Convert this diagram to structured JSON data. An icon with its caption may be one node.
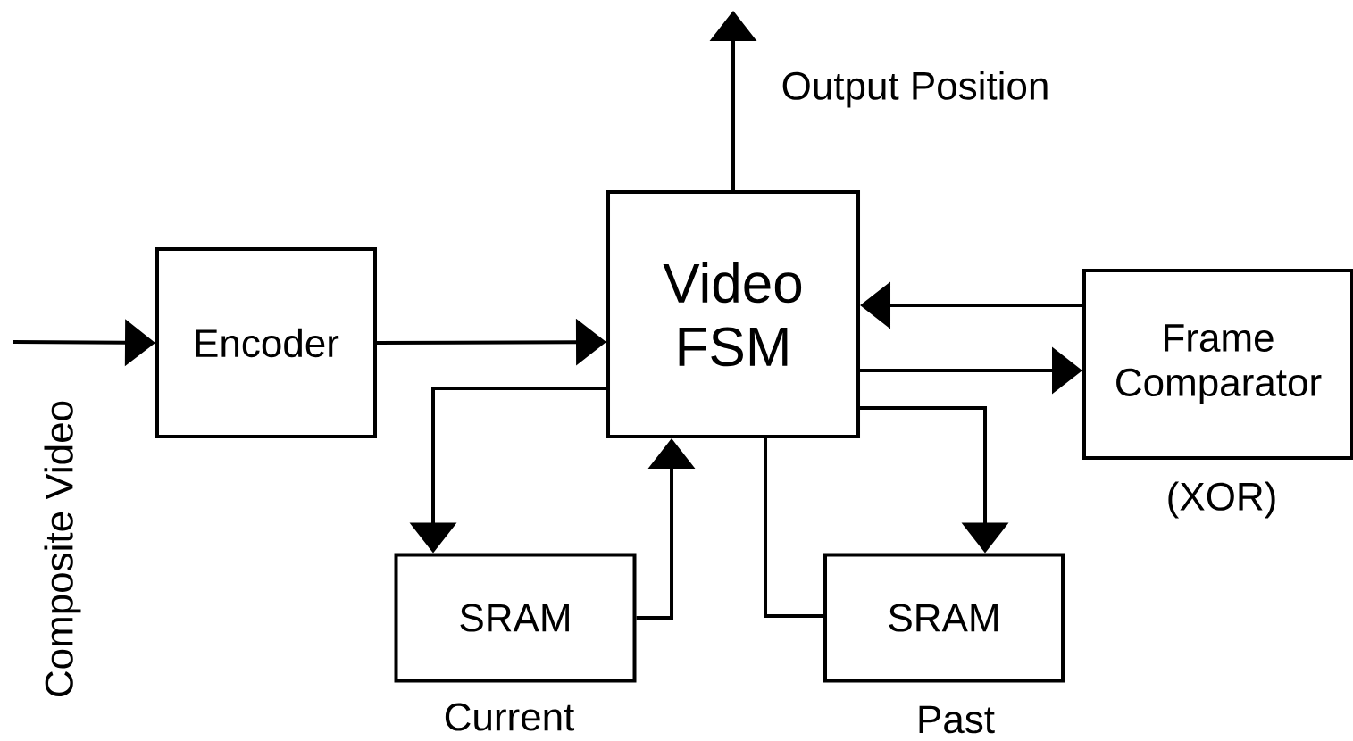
{
  "diagram": {
    "nodes": [
      {
        "text": [
          "Encoder"
        ]
      },
      {
        "text": [
          "Video FSM"
        ]
      },
      {
        "text": [
          "Frame Comparator"
        ],
        "beside": [
          "(XOR)"
        ]
      },
      {
        "text": [
          "SRAM"
        ],
        "beside": [
          "Current"
        ]
      },
      {
        "text": [
          "SRAM"
        ],
        "beside": [
          "Past"
        ]
      }
    ],
    "edges": [
      {
        "from": null,
        "to": 0,
        "arrow": "to",
        "label": "Composite Video"
      },
      {
        "from": 0,
        "to": 1,
        "arrow": "to"
      },
      {
        "from": 1,
        "to": null,
        "arrow": "to",
        "label": "Output Position"
      },
      {
        "from": 2,
        "to": 1,
        "arrow": "to"
      },
      {
        "from": 1,
        "to": 2,
        "arrow": "to"
      },
      {
        "from": 1,
        "to": 3,
        "arrow": "to"
      },
      {
        "from": 3,
        "to": 1,
        "arrow": "to"
      },
      {
        "from": 1,
        "to": 4,
        "arrow": "to"
      },
      {
        "from": 4,
        "to": 1,
        "arrow": "none"
      }
    ]
  }
}
